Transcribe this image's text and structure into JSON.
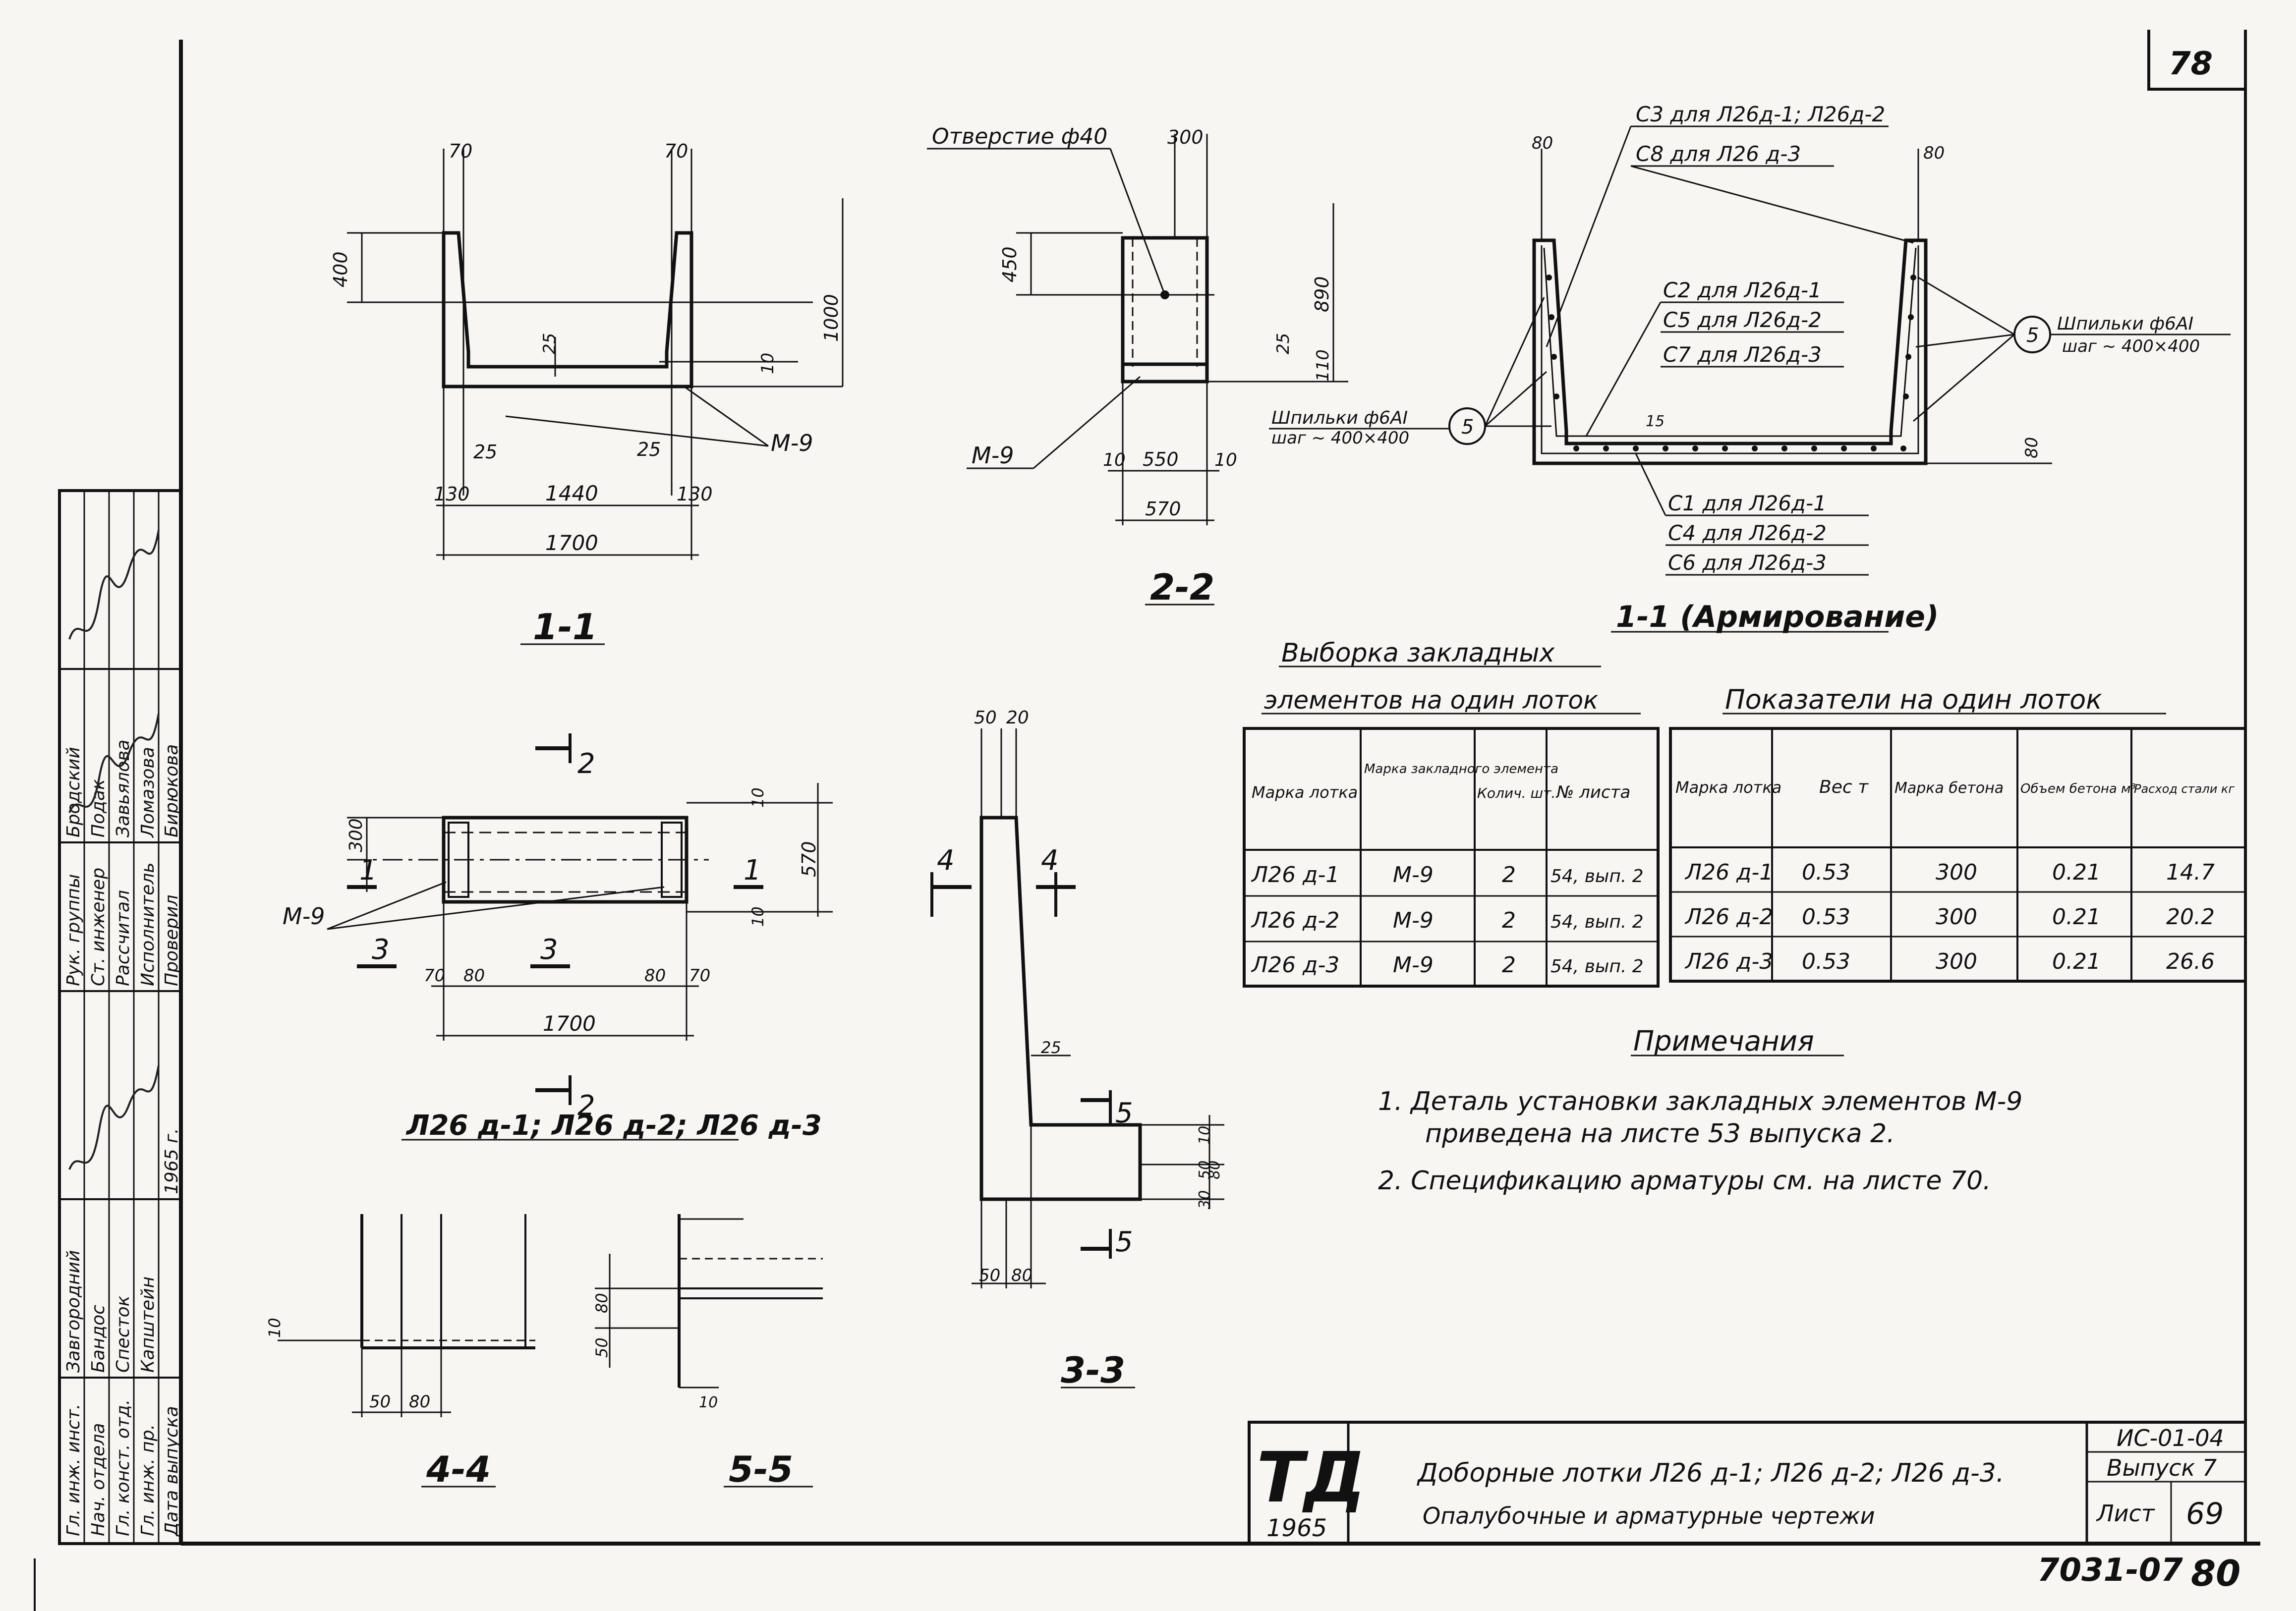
{
  "sheet": {
    "page_top": "78",
    "doc_code": "ИС-01-04",
    "issue_label": "Выпуск 7",
    "sheet_label": "Лист",
    "sheet_no": "69",
    "bottom_code": "7031-07",
    "bottom_no": "80",
    "logo": "ТД",
    "logo_year": "1965",
    "title_line1": "Доборные лотки Л26 д-1; Л26 д-2; Л26 д-3.",
    "title_line2": "Опалубочные и арматурные чертежи"
  },
  "stamp": {
    "roles": [
      "Гл. инж. инст.",
      "Нач. отдела",
      "Гл. конст. отд.",
      "Гл. инж. пр.",
      "Дата выпуска"
    ],
    "names": [
      "Бродский",
      "Подак",
      "Завьялова",
      "Ломазова",
      "Бирюкова"
    ],
    "roles2": [
      "Рук. группы",
      "Ст. инженер",
      "Рассчитал",
      "Исполнитель",
      "Проверил"
    ],
    "people": [
      "Завгородний",
      "Бандос",
      "Спесток",
      "Капштейн",
      "1965 г."
    ]
  },
  "section_1_1": {
    "caption": "1-1",
    "dims": [
      "70",
      "70",
      "400",
      "1000",
      "25",
      "10",
      "25",
      "25",
      "130",
      "1440",
      "130",
      "1700"
    ],
    "mark": "М-9"
  },
  "section_2_2": {
    "caption": "2-2",
    "hole": "Отверстие ф40",
    "dims": [
      "300",
      "450",
      "890",
      "25",
      "110",
      "10",
      "550",
      "10",
      "570"
    ],
    "mark": "М-9"
  },
  "reinforcement": {
    "caption": "1-1 (Армирование)",
    "top_labels": [
      "С3 для Л26д-1; Л26д-2",
      "С8 для Л26 д-3"
    ],
    "mid_labels": [
      "С2 для Л26д-1",
      "С5 для Л26д-2",
      "С7 для Л26д-3"
    ],
    "bottom_labels": [
      "С1 для Л26д-1",
      "С4 для Л26д-2",
      "С6 для Л26д-3"
    ],
    "pin_left": "Шпильки ф6АI",
    "pin_left_step": "шаг ~ 400×400",
    "pin_right": "Шпильки ф6АI",
    "pin_right_step": "шаг ~ 400×400",
    "circle": "5",
    "dims": [
      "80",
      "80",
      "80",
      "15"
    ]
  },
  "plan": {
    "caption": "Л26 д-1; Л26 д-2; Л26 д-3",
    "cut_marks": [
      "2",
      "1",
      "1",
      "3",
      "3",
      "2"
    ],
    "mark": "М-9",
    "dims": [
      "300",
      "10",
      "570",
      "10",
      "70",
      "80",
      "80",
      "70",
      "1700"
    ]
  },
  "section_3_3": {
    "caption": "3-3",
    "dims": [
      "50",
      "20",
      "25",
      "10",
      "50",
      "80",
      "30",
      "50",
      "80"
    ],
    "cut_marks": [
      "4",
      "4",
      "5",
      "5"
    ]
  },
  "section_4_4": {
    "caption": "4-4",
    "dims": [
      "10",
      "50",
      "80"
    ]
  },
  "section_5_5": {
    "caption": "5-5",
    "dims": [
      "50",
      "80",
      "10"
    ]
  },
  "table_embedded": {
    "title1": "Выборка закладных",
    "title2": "элементов на один лоток",
    "headers": [
      "Марка лотка",
      "Марка закладного элемента",
      "Колич. шт.",
      "№ листа"
    ],
    "rows": [
      [
        "Л26 д-1",
        "М-9",
        "2",
        "54, вып. 2"
      ],
      [
        "Л26 д-2",
        "М-9",
        "2",
        "54, вып. 2"
      ],
      [
        "Л26 д-3",
        "М-9",
        "2",
        "54, вып. 2"
      ]
    ]
  },
  "table_indicators": {
    "title": "Показатели на один лоток",
    "headers": [
      "Марка лотка",
      "Вес т",
      "Марка бетона",
      "Объем бетона м³",
      "Расход стали кг"
    ],
    "rows": [
      [
        "Л26 д-1",
        "0.53",
        "300",
        "0.21",
        "14.7"
      ],
      [
        "Л26 д-2",
        "0.53",
        "300",
        "0.21",
        "20.2"
      ],
      [
        "Л26 д-3",
        "0.53",
        "300",
        "0.21",
        "26.6"
      ]
    ]
  },
  "notes": {
    "title": "Примечания",
    "items": [
      "1. Деталь установки закладных элементов М-9",
      "приведена на листе 53 выпуска 2.",
      "2. Спецификацию арматуры см. на листе 70."
    ]
  }
}
